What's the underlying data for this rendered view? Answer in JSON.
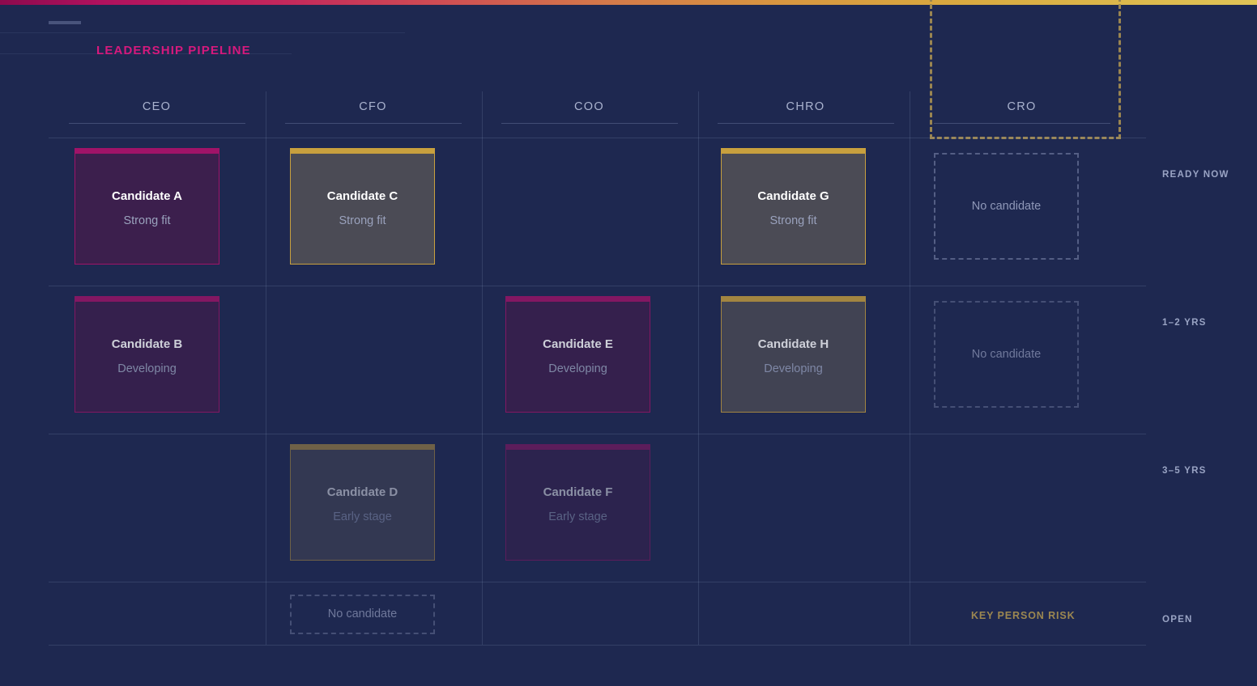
{
  "header": {
    "title": "LEADERSHIP PIPELINE",
    "title_color": "#d6197d",
    "accent_bar_from": "#8d0a4d",
    "accent_bar_to": "#e0c457"
  },
  "grid": {
    "columns": [
      {
        "label": "CEO",
        "highlighted": false
      },
      {
        "label": "CFO",
        "highlighted": false
      },
      {
        "label": "COO",
        "highlighted": false
      },
      {
        "label": "CHRO",
        "highlighted": false
      },
      {
        "label": "CRO",
        "highlighted": true
      }
    ],
    "rows": [
      {
        "label": "READY NOW"
      },
      {
        "label": "1–2 YRS"
      },
      {
        "label": "3–5 YRS"
      },
      {
        "label": "OPEN"
      }
    ]
  },
  "empty_label": "No candidate",
  "cells": {
    "ceo_ready": {
      "name": "Candidate A",
      "status": "Strong fit",
      "accent": "magenta"
    },
    "cfo_ready": {
      "name": "Candidate C",
      "status": "Strong fit",
      "accent": "gold"
    },
    "chro_ready": {
      "name": "Candidate G",
      "status": "Strong fit",
      "accent": "gold"
    },
    "cro_ready": {
      "name": "No candidate",
      "empty": true
    },
    "ceo_mid": {
      "name": "Candidate B",
      "status": "Developing",
      "accent": "magenta"
    },
    "coo_mid": {
      "name": "Candidate E",
      "status": "Developing",
      "accent": "magenta"
    },
    "chro_mid": {
      "name": "Candidate H",
      "status": "Developing",
      "accent": "gold"
    },
    "cro_mid": {
      "name": "No candidate",
      "empty": true
    },
    "cfo_far": {
      "name": "Candidate D",
      "status": "Early stage",
      "accent": "gold"
    },
    "coo_far": {
      "name": "Candidate F",
      "status": "Early stage",
      "accent": "magenta"
    },
    "cfo_open": {
      "name": "No candidate",
      "empty": true
    }
  },
  "annotations": {
    "key_person_risk": "KEY PERSON RISK",
    "key_person_risk_color": "#9c8750"
  },
  "colors": {
    "background": "#1e2850",
    "magenta_accent": "#a01368",
    "gold_accent": "#c8a03e",
    "card_magenta_fill": "#3c1f4d",
    "card_gold_fill": "#4b4b55",
    "muted_text": "#9aa2bd",
    "header_text": "#aab3cf"
  }
}
